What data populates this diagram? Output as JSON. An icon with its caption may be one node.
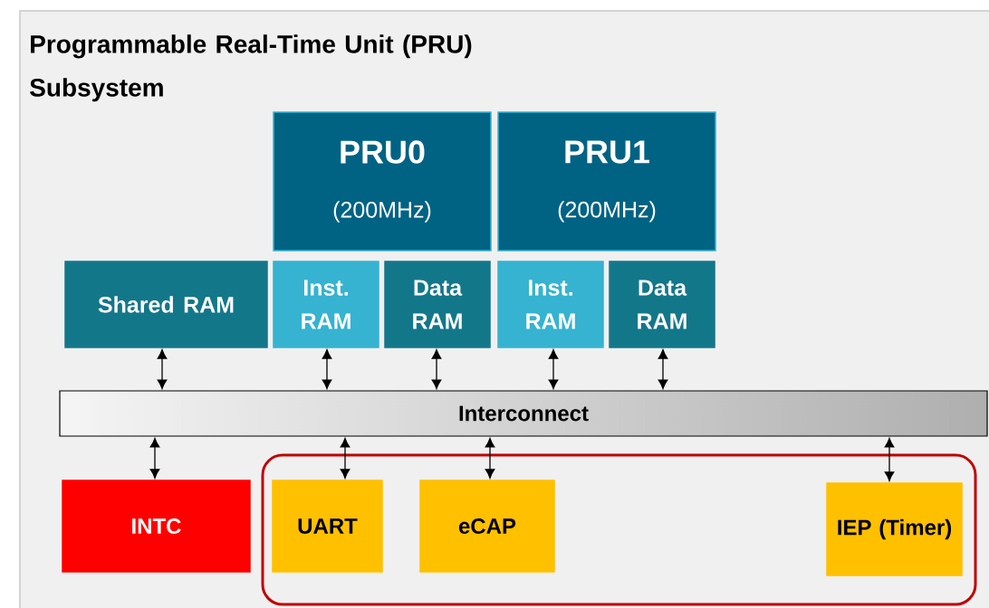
{
  "diagram": {
    "title": "Programmable Real-Time Unit (PRU) Subsystem",
    "nodes": [
      {
        "text": [
          "PRU0",
          "(200MHz)"
        ]
      },
      {
        "text": [
          "PRU1",
          "(200MHz)"
        ]
      },
      {
        "text": [
          "Shared RAM"
        ]
      },
      {
        "text": [
          "Inst. RAM"
        ]
      },
      {
        "text": [
          "Data RAM"
        ]
      },
      {
        "text": [
          "Inst. RAM"
        ]
      },
      {
        "text": [
          "Data RAM"
        ]
      },
      {
        "text": [
          "Interconnect"
        ]
      },
      {
        "text": [
          "INTC"
        ]
      },
      {
        "text": [],
        "shape": "box"
      },
      {
        "text": [
          "UART"
        ],
        "in": 9
      },
      {
        "text": [
          "eCAP"
        ],
        "in": 9
      },
      {
        "text": [
          "IEP (Timer)"
        ],
        "in": 9
      }
    ],
    "edges": [
      {
        "from": 2,
        "to": 7,
        "arrow": "both"
      },
      {
        "from": 3,
        "to": 7,
        "arrow": "both"
      },
      {
        "from": 4,
        "to": 7,
        "arrow": "both"
      },
      {
        "from": 5,
        "to": 7,
        "arrow": "both"
      },
      {
        "from": 6,
        "to": 7,
        "arrow": "both"
      },
      {
        "from": 7,
        "to": 8,
        "arrow": "both"
      },
      {
        "from": 7,
        "to": 10,
        "arrow": "both"
      },
      {
        "from": 7,
        "to": 11,
        "arrow": "both"
      },
      {
        "from": 7,
        "to": 12,
        "arrow": "both"
      }
    ]
  }
}
